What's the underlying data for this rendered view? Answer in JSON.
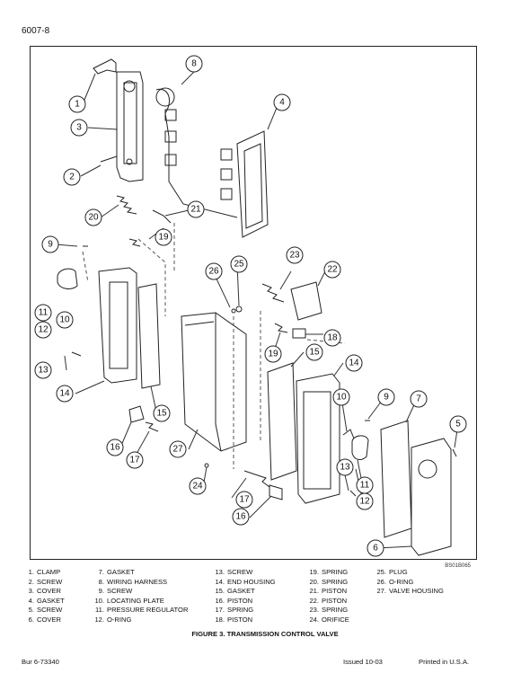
{
  "header": {
    "page_number": "6007-8"
  },
  "figure": {
    "drawing_code": "BS01B065",
    "callouts": [
      "1",
      "2",
      "3",
      "4",
      "5",
      "6",
      "7",
      "8",
      "9",
      "10",
      "11",
      "12",
      "13",
      "14",
      "15",
      "16",
      "17",
      "18",
      "19",
      "20",
      "21",
      "22",
      "23",
      "24",
      "25",
      "26",
      "27"
    ]
  },
  "legend": {
    "columns": [
      [
        {
          "n": "1.",
          "label": "CLAMP"
        },
        {
          "n": "2.",
          "label": "SCREW"
        },
        {
          "n": "3.",
          "label": "COVER"
        },
        {
          "n": "4.",
          "label": "GASKET"
        },
        {
          "n": "5.",
          "label": "SCREW"
        },
        {
          "n": "6.",
          "label": "COVER"
        }
      ],
      [
        {
          "n": "7.",
          "label": "GASKET"
        },
        {
          "n": "8.",
          "label": "WIRING HARNESS"
        },
        {
          "n": "9.",
          "label": "SCREW"
        },
        {
          "n": "10.",
          "label": "LOCATING PLATE"
        },
        {
          "n": "11.",
          "label": "PRESSURE REGULATOR"
        },
        {
          "n": "12.",
          "label": "O-RING"
        }
      ],
      [
        {
          "n": "13.",
          "label": "SCREW"
        },
        {
          "n": "14.",
          "label": "END HOUSING"
        },
        {
          "n": "15.",
          "label": "GASKET"
        },
        {
          "n": "16.",
          "label": "PISTON"
        },
        {
          "n": "17.",
          "label": "SPRING"
        },
        {
          "n": "18.",
          "label": "PISTON"
        }
      ],
      [
        {
          "n": "19.",
          "label": "SPRING"
        },
        {
          "n": "20.",
          "label": "SPRING"
        },
        {
          "n": "21.",
          "label": "PISTON"
        },
        {
          "n": "22.",
          "label": "PISTON"
        },
        {
          "n": "23.",
          "label": "SPRING"
        },
        {
          "n": "24.",
          "label": "ORIFICE"
        }
      ],
      [
        {
          "n": "25.",
          "label": "PLUG"
        },
        {
          "n": "26.",
          "label": "O-RING"
        },
        {
          "n": "27.",
          "label": "VALVE HOUSING"
        }
      ]
    ]
  },
  "caption": "FIGURE 3. TRANSMISSION CONTROL VALVE",
  "footer": {
    "left": "Bur  6-73340",
    "issued": "Issued 10-03",
    "printed": "Printed in U.S.A."
  }
}
